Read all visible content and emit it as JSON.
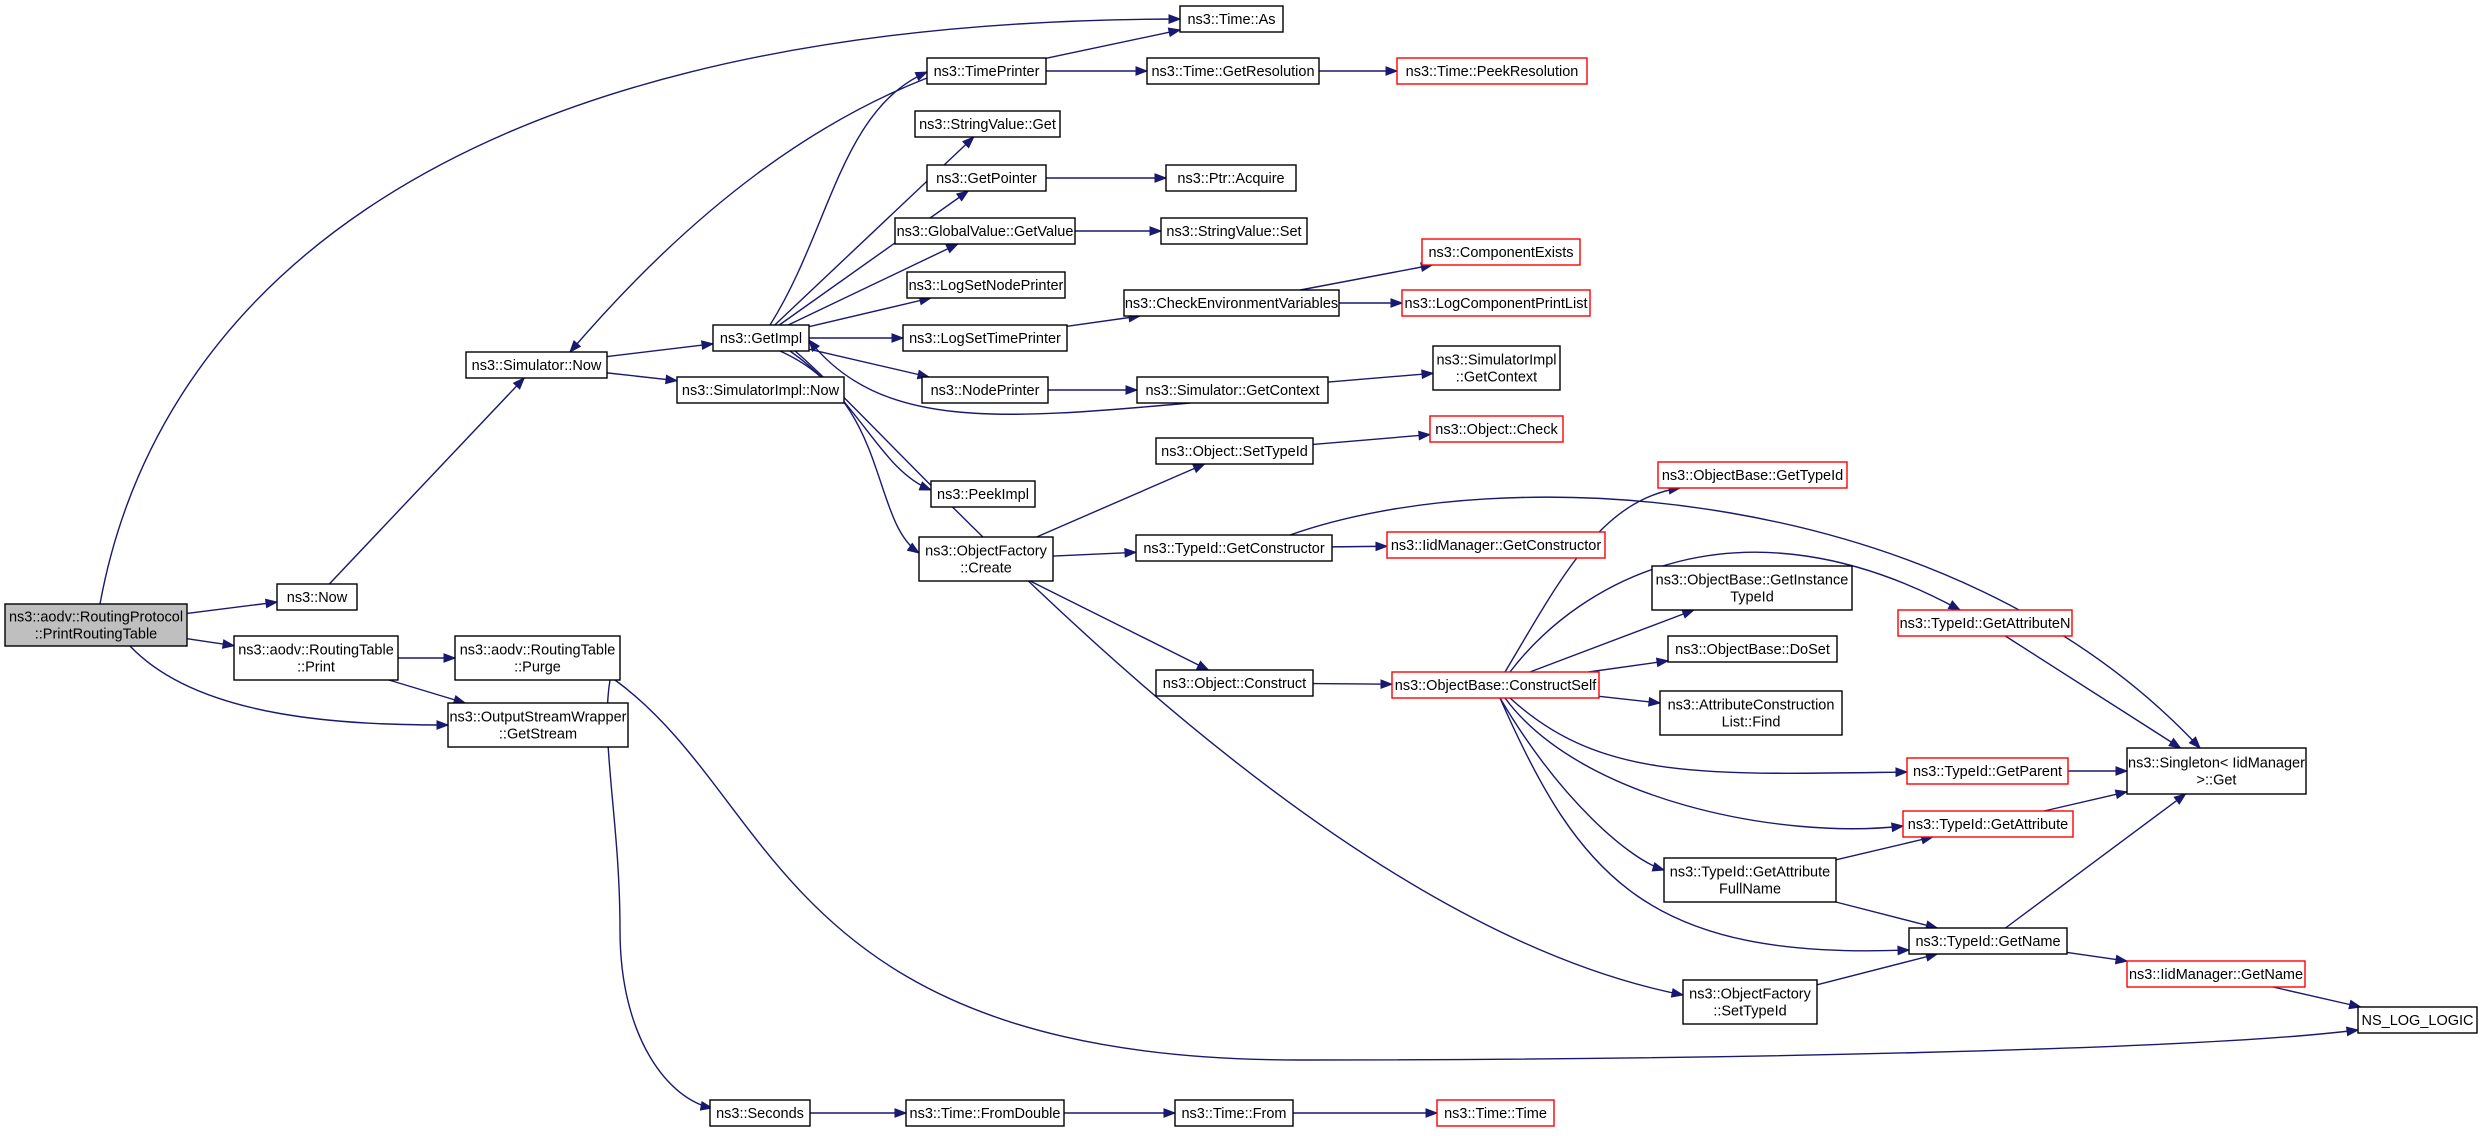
{
  "diagram": {
    "colors": {
      "edge": "#191970",
      "normal_border": "#000000",
      "truncated_border": "#ff0000",
      "root_fill": "#bfbfbf",
      "node_fill": "#ffffff"
    },
    "nodes": [
      {
        "id": "root",
        "lines": [
          "ns3::aodv::RoutingProtocol",
          "::PrintRoutingTable"
        ],
        "style": "root"
      },
      {
        "id": "now",
        "lines": [
          "ns3::Now"
        ],
        "style": "normal"
      },
      {
        "id": "rt_print",
        "lines": [
          "ns3::aodv::RoutingTable",
          "::Print"
        ],
        "style": "normal"
      },
      {
        "id": "rt_purge",
        "lines": [
          "ns3::aodv::RoutingTable",
          "::Purge"
        ],
        "style": "normal"
      },
      {
        "id": "osw_getstream",
        "lines": [
          "ns3::OutputStreamWrapper",
          "::GetStream"
        ],
        "style": "normal"
      },
      {
        "id": "sim_now",
        "lines": [
          "ns3::Simulator::Now"
        ],
        "style": "normal"
      },
      {
        "id": "getimpl",
        "lines": [
          "ns3::GetImpl"
        ],
        "style": "normal"
      },
      {
        "id": "simimpl_now",
        "lines": [
          "ns3::SimulatorImpl::Now"
        ],
        "style": "normal"
      },
      {
        "id": "seconds",
        "lines": [
          "ns3::Seconds"
        ],
        "style": "normal"
      },
      {
        "id": "timeprinter",
        "lines": [
          "ns3::TimePrinter"
        ],
        "style": "normal"
      },
      {
        "id": "stringvalue_get",
        "lines": [
          "ns3::StringValue::Get"
        ],
        "style": "normal"
      },
      {
        "id": "getpointer",
        "lines": [
          "ns3::GetPointer"
        ],
        "style": "normal"
      },
      {
        "id": "globalvalue_getvalue",
        "lines": [
          "ns3::GlobalValue::GetValue"
        ],
        "style": "normal"
      },
      {
        "id": "logsetnodeprinter",
        "lines": [
          "ns3::LogSetNodePrinter"
        ],
        "style": "normal"
      },
      {
        "id": "logsettimeprinter",
        "lines": [
          "ns3::LogSetTimePrinter"
        ],
        "style": "normal"
      },
      {
        "id": "nodeprinter",
        "lines": [
          "ns3::NodePrinter"
        ],
        "style": "normal"
      },
      {
        "id": "peekimpl",
        "lines": [
          "ns3::PeekImpl"
        ],
        "style": "normal"
      },
      {
        "id": "objfactory_create",
        "lines": [
          "ns3::ObjectFactory",
          "::Create"
        ],
        "style": "normal"
      },
      {
        "id": "time_fromdouble",
        "lines": [
          "ns3::Time::FromDouble"
        ],
        "style": "normal"
      },
      {
        "id": "time_as",
        "lines": [
          "ns3::Time::As"
        ],
        "style": "normal"
      },
      {
        "id": "time_getresolution",
        "lines": [
          "ns3::Time::GetResolution"
        ],
        "style": "normal"
      },
      {
        "id": "ptr_acquire",
        "lines": [
          "ns3::Ptr::Acquire"
        ],
        "style": "normal"
      },
      {
        "id": "stringvalue_set",
        "lines": [
          "ns3::StringValue::Set"
        ],
        "style": "normal"
      },
      {
        "id": "checkenv",
        "lines": [
          "ns3::CheckEnvironmentVariables"
        ],
        "style": "normal"
      },
      {
        "id": "sim_getcontext",
        "lines": [
          "ns3::Simulator::GetContext"
        ],
        "style": "normal"
      },
      {
        "id": "object_settypeid",
        "lines": [
          "ns3::Object::SetTypeId"
        ],
        "style": "normal"
      },
      {
        "id": "typeid_getconstructor",
        "lines": [
          "ns3::TypeId::GetConstructor"
        ],
        "style": "normal"
      },
      {
        "id": "object_construct",
        "lines": [
          "ns3::Object::Construct"
        ],
        "style": "normal"
      },
      {
        "id": "time_from",
        "lines": [
          "ns3::Time::From"
        ],
        "style": "normal"
      },
      {
        "id": "time_peekresolution",
        "lines": [
          "ns3::Time::PeekResolution"
        ],
        "style": "truncated"
      },
      {
        "id": "componentexists",
        "lines": [
          "ns3::ComponentExists"
        ],
        "style": "truncated"
      },
      {
        "id": "logcomponentprintlist",
        "lines": [
          "ns3::LogComponentPrintList"
        ],
        "style": "truncated"
      },
      {
        "id": "simimpl_getcontext",
        "lines": [
          "ns3::SimulatorImpl",
          "::GetContext"
        ],
        "style": "normal"
      },
      {
        "id": "object_check",
        "lines": [
          "ns3::Object::Check"
        ],
        "style": "truncated"
      },
      {
        "id": "iidmanager_getconstructor",
        "lines": [
          "ns3::IidManager::GetConstructor"
        ],
        "style": "truncated"
      },
      {
        "id": "objbase_constructself",
        "lines": [
          "ns3::ObjectBase::ConstructSelf"
        ],
        "style": "truncated"
      },
      {
        "id": "objfactory_settypeid",
        "lines": [
          "ns3::ObjectFactory",
          "::SetTypeId"
        ],
        "style": "normal"
      },
      {
        "id": "time_time",
        "lines": [
          "ns3::Time::Time"
        ],
        "style": "truncated"
      },
      {
        "id": "objbase_gettypeid",
        "lines": [
          "ns3::ObjectBase::GetTypeId"
        ],
        "style": "truncated"
      },
      {
        "id": "objbase_getinstancetypeid",
        "lines": [
          "ns3::ObjectBase::GetInstance",
          "TypeId"
        ],
        "style": "normal"
      },
      {
        "id": "objbase_doset",
        "lines": [
          "ns3::ObjectBase::DoSet"
        ],
        "style": "normal"
      },
      {
        "id": "attrconstructionlist_find",
        "lines": [
          "ns3::AttributeConstruction",
          "List::Find"
        ],
        "style": "normal"
      },
      {
        "id": "typeid_getattributefullname",
        "lines": [
          "ns3::TypeId::GetAttribute",
          "FullName"
        ],
        "style": "normal"
      },
      {
        "id": "typeid_getattributen",
        "lines": [
          "ns3::TypeId::GetAttributeN"
        ],
        "style": "truncated"
      },
      {
        "id": "typeid_getparent",
        "lines": [
          "ns3::TypeId::GetParent"
        ],
        "style": "truncated"
      },
      {
        "id": "typeid_getattribute",
        "lines": [
          "ns3::TypeId::GetAttribute"
        ],
        "style": "truncated"
      },
      {
        "id": "typeid_getname",
        "lines": [
          "ns3::TypeId::GetName"
        ],
        "style": "normal"
      },
      {
        "id": "singleton_get",
        "lines": [
          "ns3::Singleton< IidManager",
          " >::Get"
        ],
        "style": "normal"
      },
      {
        "id": "iidmanager_getname",
        "lines": [
          "ns3::IidManager::GetName"
        ],
        "style": "truncated"
      },
      {
        "id": "ns_log_logic",
        "lines": [
          "NS_LOG_LOGIC"
        ],
        "style": "normal"
      }
    ],
    "edges": [
      [
        "root",
        "now"
      ],
      [
        "root",
        "rt_print"
      ],
      [
        "root",
        "osw_getstream"
      ],
      [
        "root",
        "time_as"
      ],
      [
        "now",
        "sim_now"
      ],
      [
        "rt_print",
        "rt_purge"
      ],
      [
        "rt_print",
        "osw_getstream"
      ],
      [
        "rt_purge",
        "seconds"
      ],
      [
        "rt_purge",
        "ns_log_logic"
      ],
      [
        "sim_now",
        "getimpl"
      ],
      [
        "sim_now",
        "simimpl_now"
      ],
      [
        "getimpl",
        "timeprinter"
      ],
      [
        "getimpl",
        "stringvalue_get"
      ],
      [
        "getimpl",
        "getpointer"
      ],
      [
        "getimpl",
        "globalvalue_getvalue"
      ],
      [
        "getimpl",
        "logsetnodeprinter"
      ],
      [
        "getimpl",
        "logsettimeprinter"
      ],
      [
        "getimpl",
        "nodeprinter"
      ],
      [
        "getimpl",
        "peekimpl"
      ],
      [
        "getimpl",
        "objfactory_create"
      ],
      [
        "getimpl",
        "objfactory_settypeid"
      ],
      [
        "timeprinter",
        "time_as"
      ],
      [
        "timeprinter",
        "time_getresolution"
      ],
      [
        "timeprinter",
        "sim_now"
      ],
      [
        "time_getresolution",
        "time_peekresolution"
      ],
      [
        "getpointer",
        "ptr_acquire"
      ],
      [
        "globalvalue_getvalue",
        "stringvalue_set"
      ],
      [
        "logsettimeprinter",
        "checkenv"
      ],
      [
        "checkenv",
        "componentexists"
      ],
      [
        "checkenv",
        "logcomponentprintlist"
      ],
      [
        "nodeprinter",
        "sim_getcontext"
      ],
      [
        "sim_getcontext",
        "simimpl_getcontext"
      ],
      [
        "sim_getcontext",
        "getimpl"
      ],
      [
        "objfactory_create",
        "object_settypeid"
      ],
      [
        "objfactory_create",
        "typeid_getconstructor"
      ],
      [
        "objfactory_create",
        "object_construct"
      ],
      [
        "object_settypeid",
        "object_check"
      ],
      [
        "typeid_getconstructor",
        "iidmanager_getconstructor"
      ],
      [
        "typeid_getconstructor",
        "singleton_get"
      ],
      [
        "object_construct",
        "objbase_constructself"
      ],
      [
        "objbase_constructself",
        "objbase_gettypeid"
      ],
      [
        "objbase_constructself",
        "objbase_getinstancetypeid"
      ],
      [
        "objbase_constructself",
        "objbase_doset"
      ],
      [
        "objbase_constructself",
        "attrconstructionlist_find"
      ],
      [
        "objbase_constructself",
        "typeid_getattributen"
      ],
      [
        "objbase_constructself",
        "typeid_getparent"
      ],
      [
        "objbase_constructself",
        "typeid_getattribute"
      ],
      [
        "objbase_constructself",
        "typeid_getattributefullname"
      ],
      [
        "objbase_constructself",
        "typeid_getname"
      ],
      [
        "typeid_getattributefullname",
        "typeid_getattribute"
      ],
      [
        "typeid_getattributefullname",
        "typeid_getname"
      ],
      [
        "typeid_getattributen",
        "singleton_get"
      ],
      [
        "typeid_getparent",
        "singleton_get"
      ],
      [
        "typeid_getattribute",
        "singleton_get"
      ],
      [
        "typeid_getname",
        "singleton_get"
      ],
      [
        "typeid_getname",
        "iidmanager_getname"
      ],
      [
        "iidmanager_getname",
        "ns_log_logic"
      ],
      [
        "objfactory_settypeid",
        "typeid_getname"
      ],
      [
        "seconds",
        "time_fromdouble"
      ],
      [
        "time_fromdouble",
        "time_from"
      ],
      [
        "time_from",
        "time_time"
      ]
    ]
  }
}
